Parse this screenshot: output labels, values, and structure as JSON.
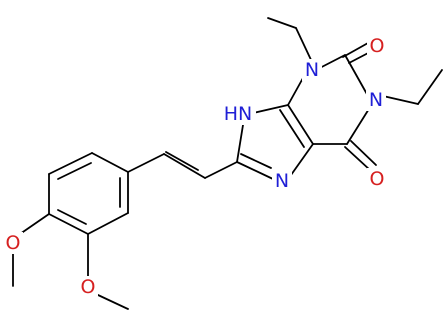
{
  "atom_colors": {
    "nitrogen": "#1f1fd6",
    "oxygen": "#d62020",
    "ring_oxygen_ether": "#000000",
    "bond": "#000000",
    "background": "#ffffff"
  },
  "atoms": {
    "n3": "N",
    "n1": "N",
    "o2": "O",
    "o6": "O",
    "n9": "HN",
    "n7": "N",
    "o_meo_top": "O",
    "o_meo_bottom": "O"
  }
}
